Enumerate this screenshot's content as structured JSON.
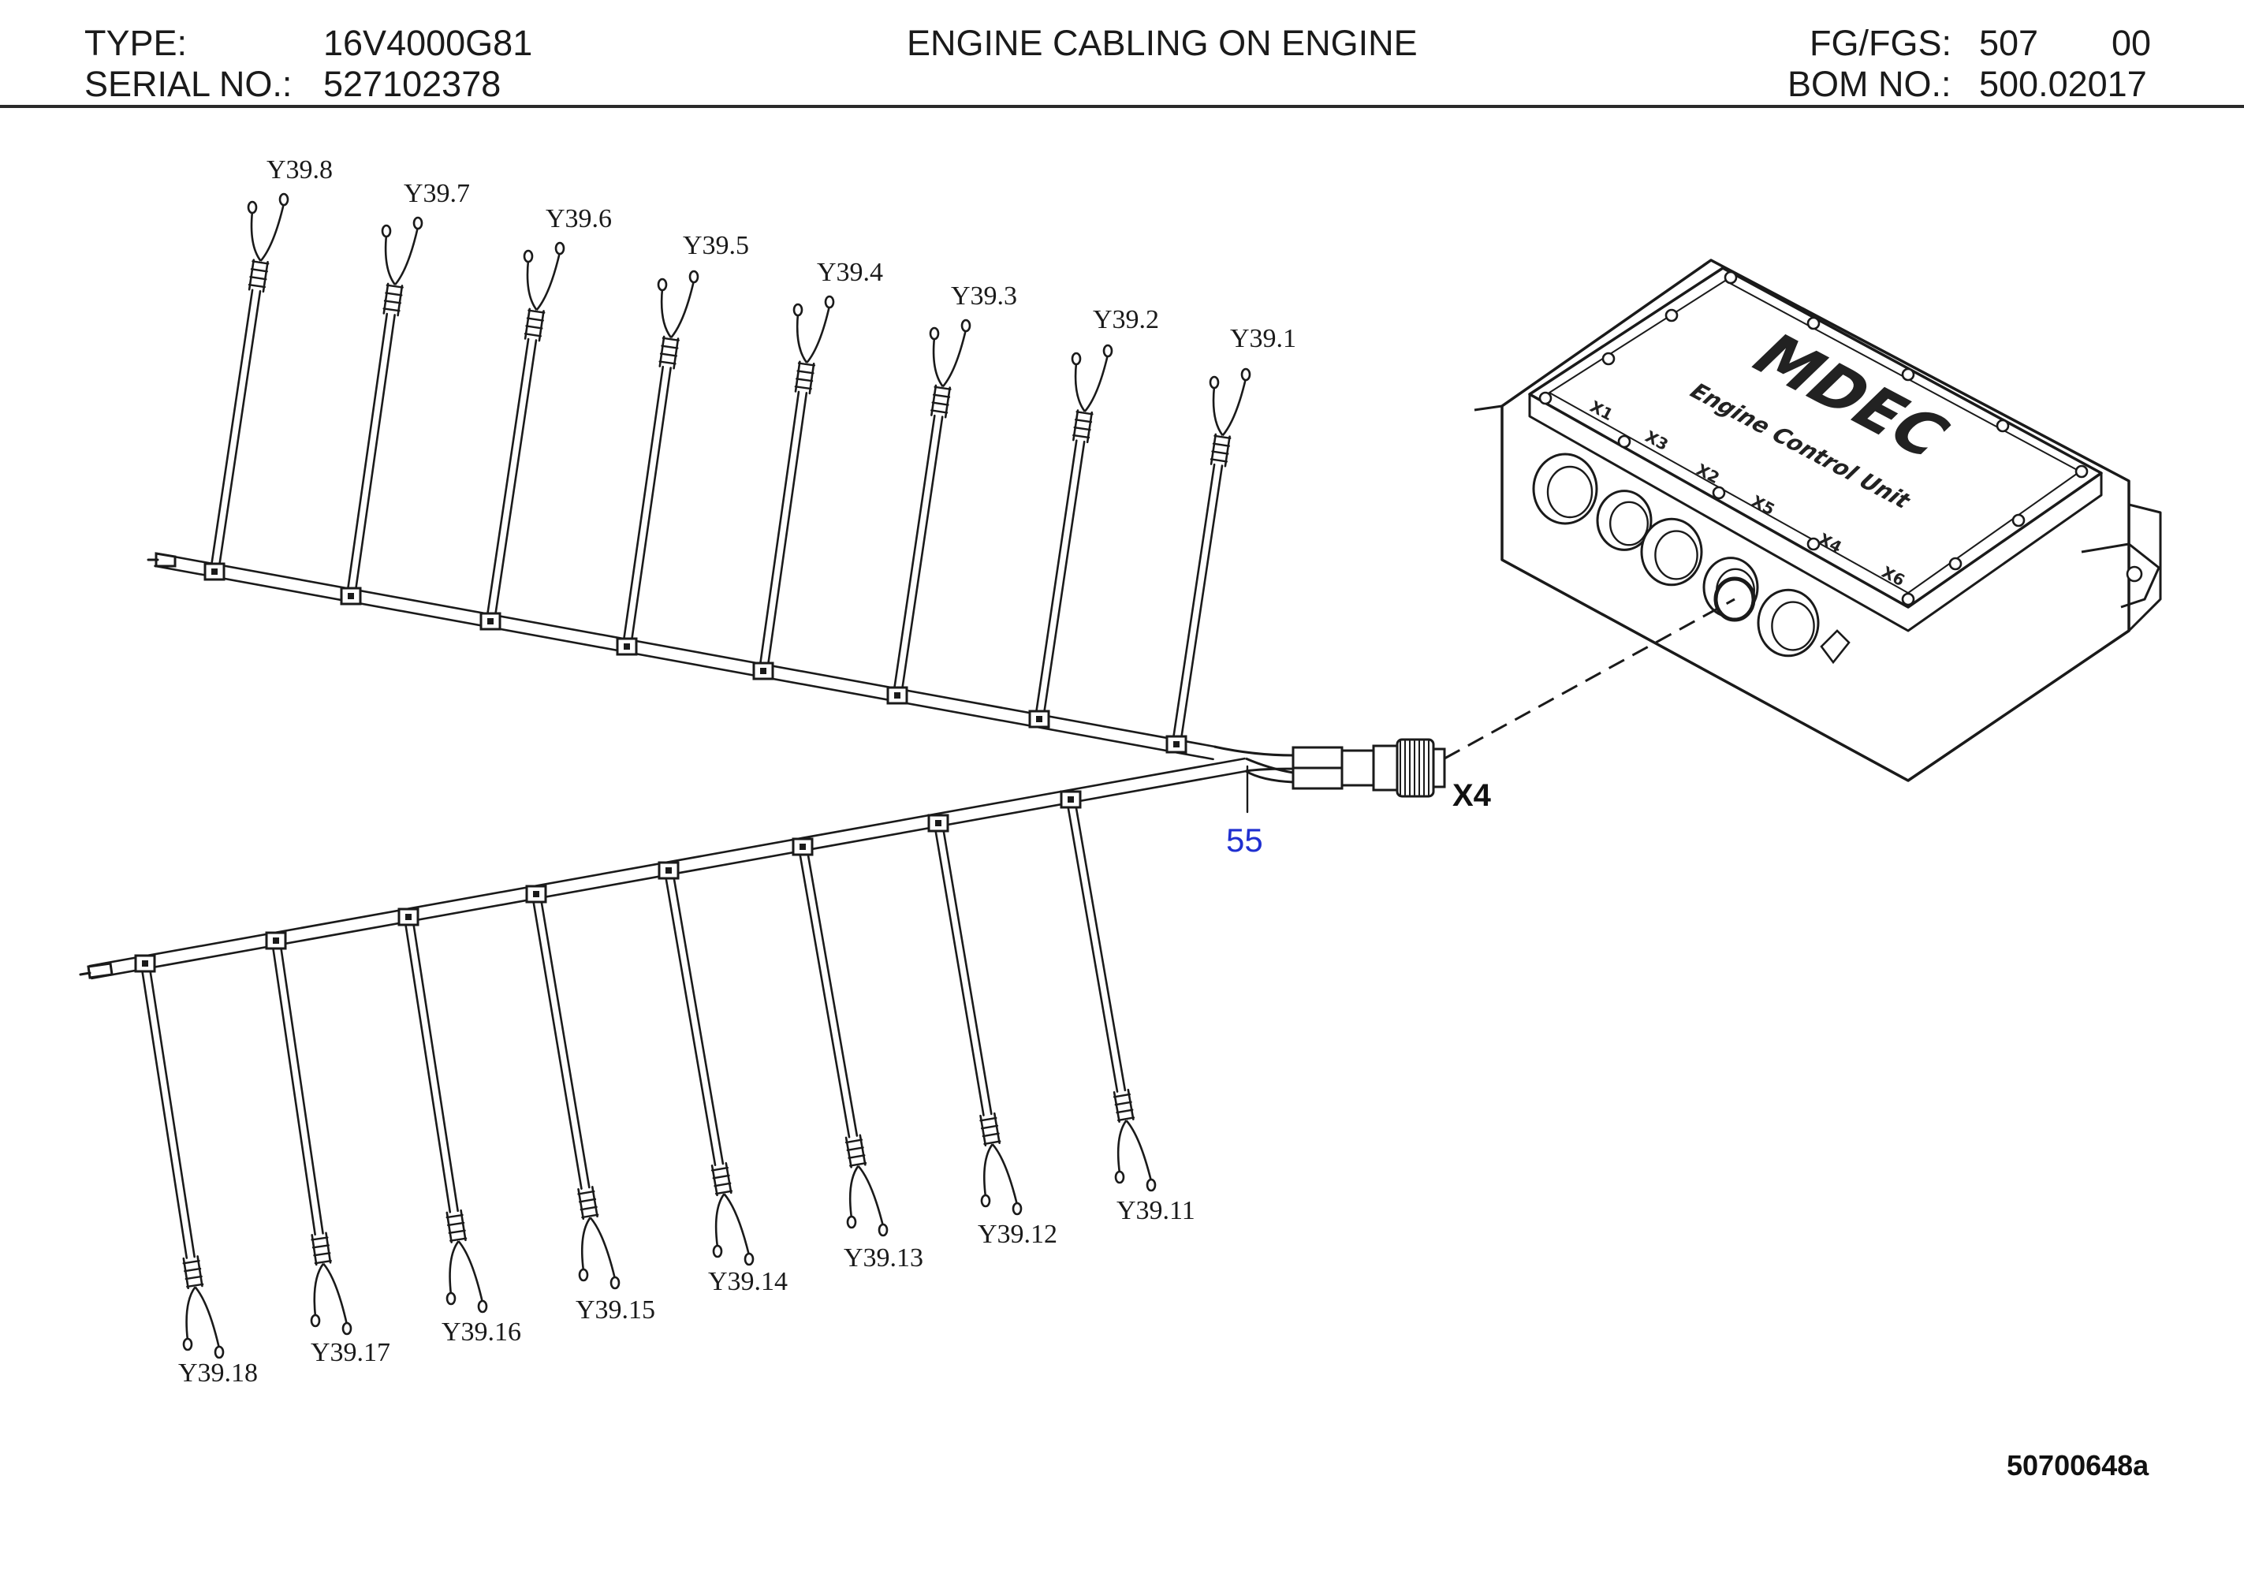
{
  "header": {
    "type_label": "TYPE:",
    "type_value": "16V4000G81",
    "serial_label": "SERIAL NO.:",
    "serial_value": "527102378",
    "title": "ENGINE CABLING ON ENGINE",
    "fg_label": "FG/FGS:",
    "fg_value": "507",
    "fg_suffix": "00",
    "bom_label": "BOM NO.:",
    "bom_value": "500.02017"
  },
  "upper_branch": {
    "connectors": [
      "Y39.8",
      "Y39.7",
      "Y39.6",
      "Y39.5",
      "Y39.4",
      "Y39.3",
      "Y39.2",
      "Y39.1"
    ]
  },
  "lower_branch": {
    "connectors": [
      "Y39.18",
      "Y39.17",
      "Y39.16",
      "Y39.15",
      "Y39.14",
      "Y39.13",
      "Y39.12",
      "Y39.11"
    ]
  },
  "plug_label": "X4",
  "position_number": "55",
  "ecu": {
    "logo": "MDEC",
    "subtitle": "Engine Control Unit",
    "ports": [
      "X1",
      "X3",
      "X2",
      "X5",
      "X4",
      "X6"
    ]
  },
  "drawing_number": "50700648a",
  "colors": {
    "line": "#1a1a1a",
    "position_number": "#1f2fd0"
  }
}
